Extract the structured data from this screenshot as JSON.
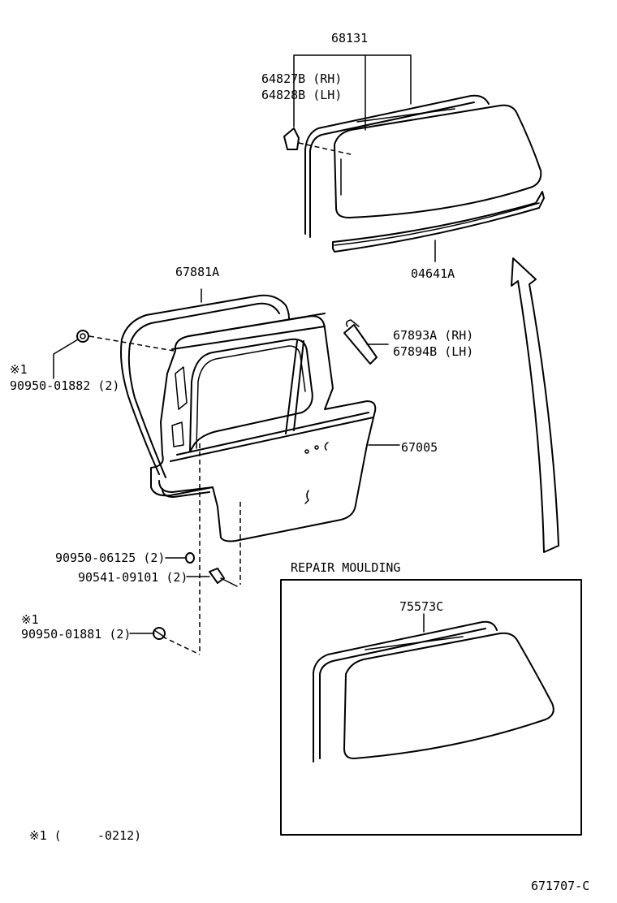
{
  "parts": {
    "p68131": "68131",
    "p64827b": "64827B (RH)",
    "p64828b": "64828B (LH)",
    "p04641a": "04641A",
    "p67881a": "67881A",
    "p67893a": "67893A (RH)",
    "p67894b": "67894B (LH)",
    "p67005": "67005",
    "p90950_01882": "90950-01882 (2)",
    "p90950_06125": "90950-06125 (2)",
    "p90541_09101": "90541-09101 (2)",
    "p90950_01881": "90950-01881 (2)",
    "p75573c": "75573C"
  },
  "marks": {
    "note_mark_top": "※1",
    "note_mark_bottom": "※1"
  },
  "repair": {
    "title": "REPAIR MOULDING"
  },
  "footnote": {
    "mark": "※1 (",
    "range": "-0212)"
  },
  "diagram_id": "671707-C"
}
